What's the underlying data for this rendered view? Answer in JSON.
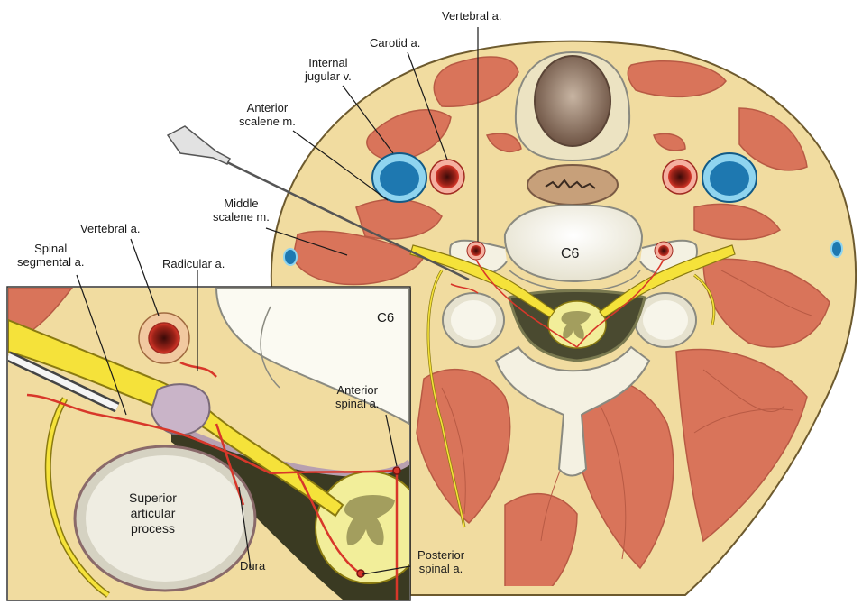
{
  "labels": {
    "vertebral_top": "Vertebral a.",
    "carotid": "Carotid a.",
    "internal_jugular": "Internal\njugular v.",
    "anterior_scalene": "Anterior\nscalene m.",
    "middle_scalene": "Middle\nscalene m.",
    "vertebral_inset": "Vertebral a.",
    "spinal_segmental": "Spinal\nsegmental a.",
    "radicular": "Radicular a.",
    "c6_main": "C6",
    "c6_inset": "C6",
    "anterior_spinal": "Anterior\nspinal a.",
    "superior_articular": "Superior\narticular\nprocess",
    "dura": "Dura",
    "posterior_spinal": "Posterior\nspinal a."
  },
  "colors": {
    "fat": "#f1dca0",
    "muscle": "#d9745a",
    "muscle_line": "#b85a44",
    "bone": "#f4f1e2",
    "bone_outline": "#8a8a80",
    "nerve": "#f5e23a",
    "nerve_outline": "#8a7a10",
    "artery": "#d8372a",
    "artery_dark": "#7a1410",
    "vein": "#1e78b0",
    "vein_ring": "#8fd4ef",
    "dura": "#b8a0b0",
    "cord": "#f2ee9a",
    "gray_matter": "#a39e5e",
    "trachea": "#8c6e58",
    "ink": "#1a1a1a"
  }
}
